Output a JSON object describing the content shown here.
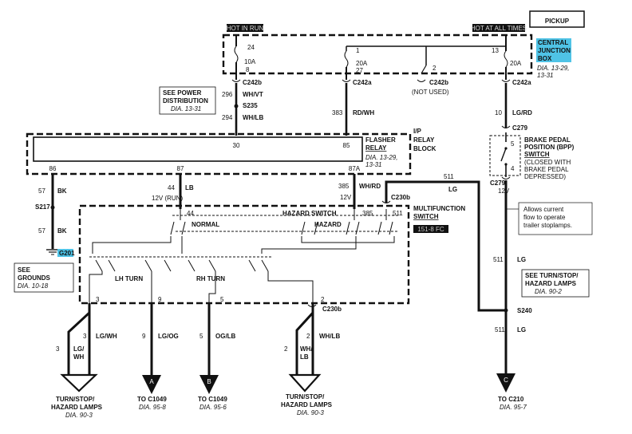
{
  "title": "PICKUP",
  "power": {
    "hot_in_run": "HOT IN RUN",
    "hot_at_all_times": "HOT AT ALL TIMES"
  },
  "cjb": {
    "label_1": "CENTRAL",
    "label_2": "JUNCTION",
    "label_3": "BOX",
    "ref": "DIA. 13-29,",
    "ref2": "13-31",
    "color": "#4fc3e6"
  },
  "fuses": {
    "f24": "24",
    "f24_amp": "10A",
    "f24_pin": "8",
    "f1": "1",
    "f1_amp": "20A",
    "f1_pin": "27",
    "f2": "2",
    "f13": "13",
    "f13_amp": "20A"
  },
  "connectors": {
    "c242b_left": "C242b",
    "c242a_mid": "C242a",
    "c242b_mid": "C242b",
    "c242a_right": "C242a",
    "not_used": "(NOT USED)",
    "c279_top": "C279",
    "c279_bot": "C279",
    "c230b_top": "C230b",
    "c230b_bot": "C230b",
    "s240": "S240"
  },
  "wires": {
    "w296": "296",
    "w296_color": "WH/VT",
    "s235": "S235",
    "w294": "294",
    "w294_color": "WH/LB",
    "w383": "383",
    "w383_color": "RD/WH",
    "w10": "10",
    "w10_color": "LG/RD",
    "w57a": "57",
    "w57a_color": "BK",
    "w44": "44",
    "w44_color": "LB",
    "w385": "385",
    "w385_color": "WH/RD",
    "w511": "511",
    "w511_color": "LG",
    "w511b": "511",
    "w511b_color": "LG",
    "w511c": "511",
    "w511c_color": "LG",
    "s217": "S217",
    "w57b": "57",
    "w57b_color": "BK",
    "g201": "G201",
    "w3a": "3",
    "w3a_color": "LG/WH",
    "w3b": "3",
    "w3b_color1": "LG/",
    "w3b_color2": "WH",
    "w9": "9",
    "w9_color": "LG/OG",
    "w5": "5",
    "w5_color": "OG/LB",
    "w2a": "2",
    "w2a_color1": "WH/",
    "w2a_color2": "LB",
    "w2b": "2",
    "w2b_color": "WH/LB",
    "v12_run": "12V (RUN)",
    "v12_a": "12V",
    "v12_b": "12V"
  },
  "see_power": {
    "l1": "SEE POWER",
    "l2": "DISTRIBUTION",
    "l3": "DIA. 13-31"
  },
  "flasher": {
    "pin30": "30",
    "pin85": "85",
    "pin86": "86",
    "pin87": "87",
    "pin87a": "87A",
    "name1": "FLASHER",
    "name2": "RELAY",
    "ref": "DIA. 13-29,",
    "ref2": "13-31",
    "ip1": "I/P",
    "ip2": "RELAY",
    "ip3": "BLOCK"
  },
  "bpp": {
    "l1": "BRAKE PEDAL",
    "l2": "POSITION (BPP)",
    "l3": "SWITCH",
    "l4": "(CLOSED WITH",
    "l5": "BRAKE PEDAL",
    "l6": "DEPRESSED)",
    "pin5": "5",
    "pin4": "4"
  },
  "note": {
    "l1": "Allows current",
    "l2": "flow to operate",
    "l3": "trailer stoplamps."
  },
  "mfs": {
    "l1": "MULTIFUNCTION",
    "l2": "SWITCH",
    "ref": "151-8 FC",
    "pin44": "44",
    "pin385": "385",
    "pin511": "511",
    "hazard_switch": "HAZARD SWITCH",
    "normal": "NORMAL",
    "hazard": "HAZARD",
    "lh_turn": "LH TURN",
    "rh_turn": "RH TURN",
    "pin3": "3",
    "pin9": "9",
    "pin5": "5",
    "pin2": "2"
  },
  "see_grounds": {
    "l1": "SEE",
    "l2": "GROUNDS",
    "l3": "DIA. 10-18"
  },
  "see_turn": {
    "l1": "SEE TURN/STOP/",
    "l2": "HAZARD LAMPS",
    "l3": "DIA. 90-2"
  },
  "bottom": {
    "left1": "TURN/STOP/",
    "left2": "HAZARD LAMPS",
    "left3": "DIA. 90-3",
    "arrow_a": "A",
    "a_to": "TO C1049",
    "a_ref": "DIA. 95-8",
    "arrow_b": "B",
    "b_to": "TO C1049",
    "b_ref": "DIA. 95-6",
    "mid1": "TURN/STOP/",
    "mid2": "HAZARD LAMPS",
    "mid3": "DIA. 90-3",
    "arrow_c": "C",
    "c_to": "TO C210",
    "c_ref": "DIA. 95-7"
  }
}
